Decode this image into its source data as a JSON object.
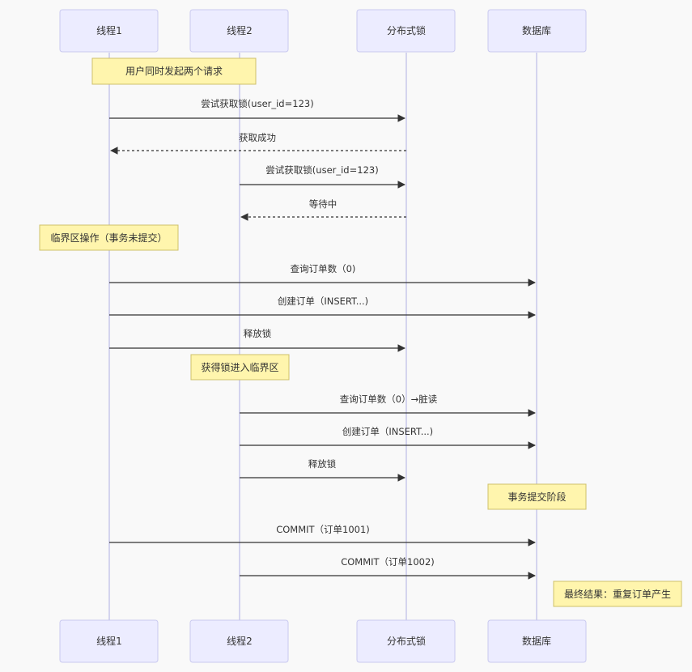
{
  "participants": [
    {
      "id": "t1",
      "label": "线程1"
    },
    {
      "id": "t2",
      "label": "线程2"
    },
    {
      "id": "lock",
      "label": "分布式锁"
    },
    {
      "id": "db",
      "label": "数据库"
    }
  ],
  "notes": [
    {
      "text": "用户同时发起两个请求"
    },
    {
      "text": "临界区操作（事务未提交）"
    },
    {
      "text": "获得锁进入临界区"
    },
    {
      "text": "事务提交阶段"
    },
    {
      "text": "最终结果：重复订单产生"
    }
  ],
  "messages": [
    {
      "from": "t1",
      "to": "lock",
      "text": "尝试获取锁(user_id=123)",
      "style": "solid"
    },
    {
      "from": "lock",
      "to": "t1",
      "text": "获取成功",
      "style": "dotted"
    },
    {
      "from": "t2",
      "to": "lock",
      "text": "尝试获取锁(user_id=123)",
      "style": "solid"
    },
    {
      "from": "lock",
      "to": "t2",
      "text": "等待中",
      "style": "dotted"
    },
    {
      "from": "t1",
      "to": "db",
      "text": "查询订单数（0)",
      "style": "solid"
    },
    {
      "from": "t1",
      "to": "db",
      "text": "创建订单（INSERT...)",
      "style": "solid"
    },
    {
      "from": "t1",
      "to": "lock",
      "text": "释放锁",
      "style": "solid"
    },
    {
      "from": "t2",
      "to": "db",
      "text": "查询订单数（0）→脏读",
      "style": "solid"
    },
    {
      "from": "t2",
      "to": "db",
      "text": "创建订单（INSERT...)",
      "style": "solid"
    },
    {
      "from": "t2",
      "to": "lock",
      "text": "释放锁",
      "style": "solid"
    },
    {
      "from": "t1",
      "to": "db",
      "text": "COMMIT（订单1001)",
      "style": "solid"
    },
    {
      "from": "t2",
      "to": "db",
      "text": "COMMIT（订单1002)",
      "style": "solid"
    }
  ]
}
